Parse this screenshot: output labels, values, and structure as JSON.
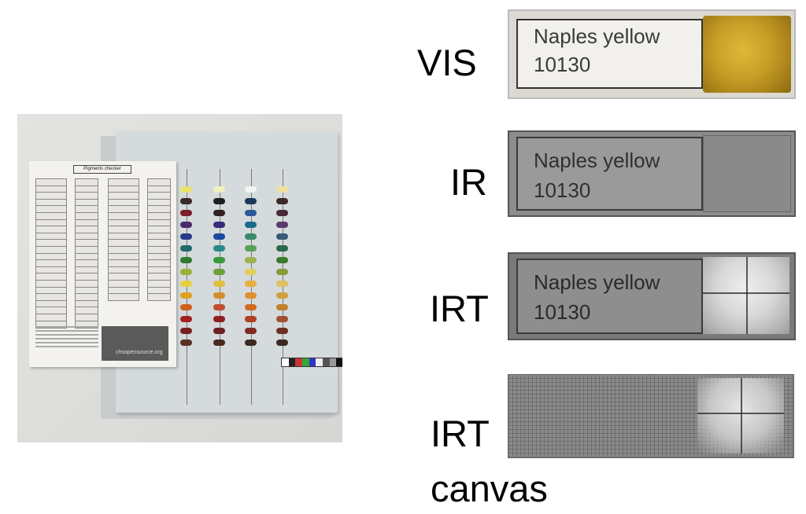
{
  "labels": {
    "vis": "VIS",
    "ir": "IR",
    "irt": "IRT",
    "irt_canvas_line1": "IRT",
    "irt_canvas_line2": "canvas"
  },
  "sample": {
    "pigment_name": "Naples yellow",
    "pigment_code": "10130"
  },
  "photo": {
    "checker_title": "Pigments checker",
    "site": "chsopensource.org"
  },
  "colors": {
    "naples_yellow": "#c79d26",
    "ir_gray": "#8c8c8c",
    "irt_gray": "#7a7a7a"
  }
}
